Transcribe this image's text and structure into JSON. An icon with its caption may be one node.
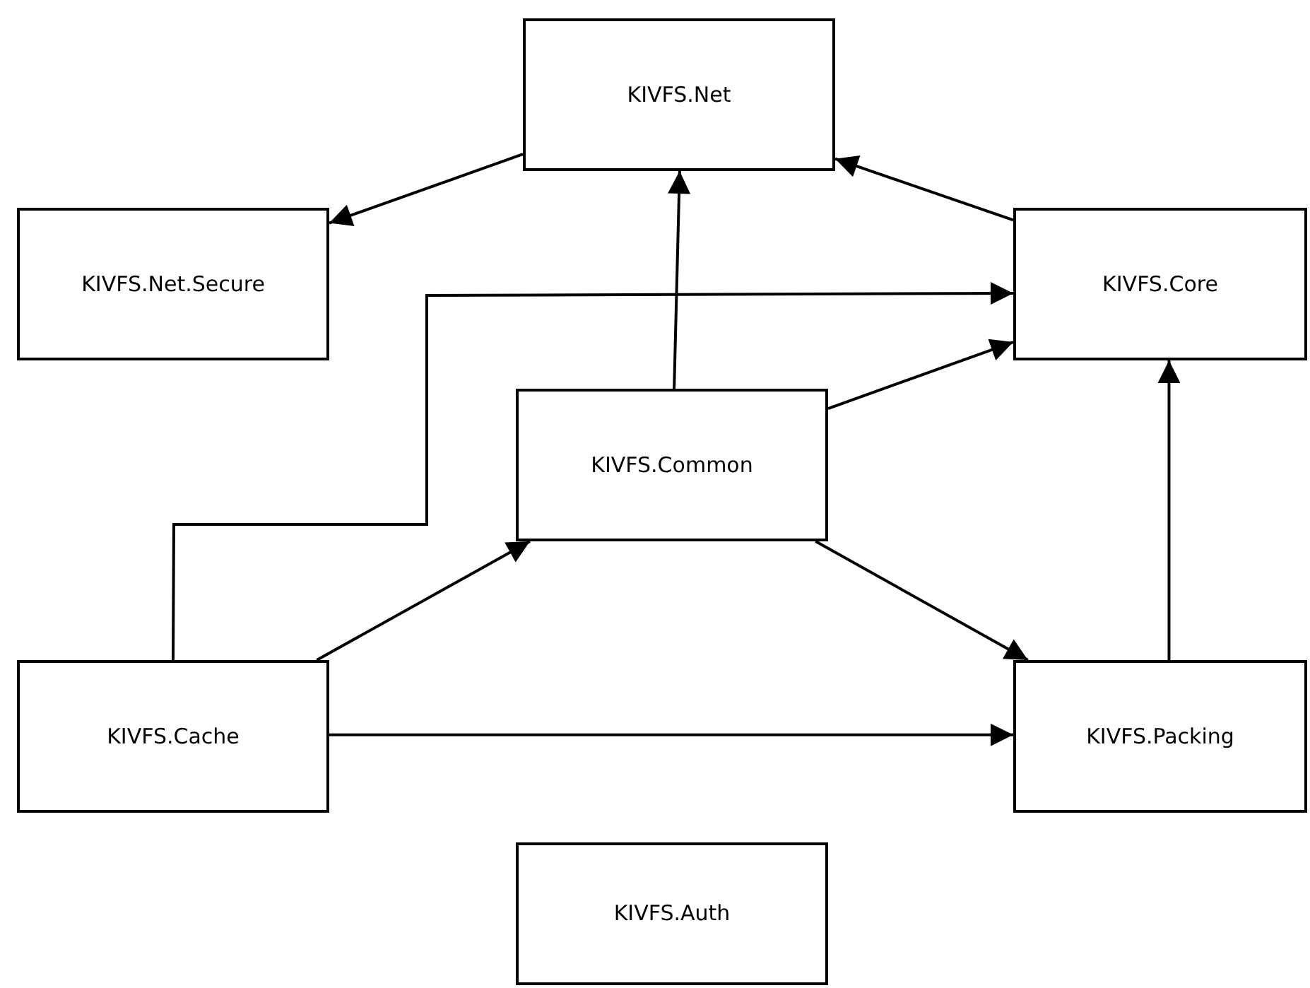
{
  "diagram": {
    "nodes": [
      {
        "text": [
          "KIVFS.Net"
        ]
      },
      {
        "text": [
          "KIVFS.Net.Secure"
        ]
      },
      {
        "text": [
          "KIVFS.Core"
        ]
      },
      {
        "text": [
          "KIVFS.Common"
        ]
      },
      {
        "text": [
          "KIVFS.Cache"
        ]
      },
      {
        "text": [
          "KIVFS.Packing"
        ]
      },
      {
        "text": [
          "KIVFS.Auth"
        ]
      }
    ],
    "edges": [
      {
        "from": 0,
        "to": 1,
        "arrow": "to"
      },
      {
        "from": 2,
        "to": 0,
        "arrow": "to"
      },
      {
        "from": 3,
        "to": 0,
        "arrow": "to"
      },
      {
        "from": 3,
        "to": 2,
        "arrow": "to"
      },
      {
        "from": 3,
        "to": 5,
        "arrow": "to"
      },
      {
        "from": 4,
        "to": 3,
        "arrow": "to"
      },
      {
        "from": 4,
        "to": 2,
        "arrow": "to"
      },
      {
        "from": 4,
        "to": 5,
        "arrow": "to"
      },
      {
        "from": 5,
        "to": 2,
        "arrow": "to"
      }
    ]
  }
}
